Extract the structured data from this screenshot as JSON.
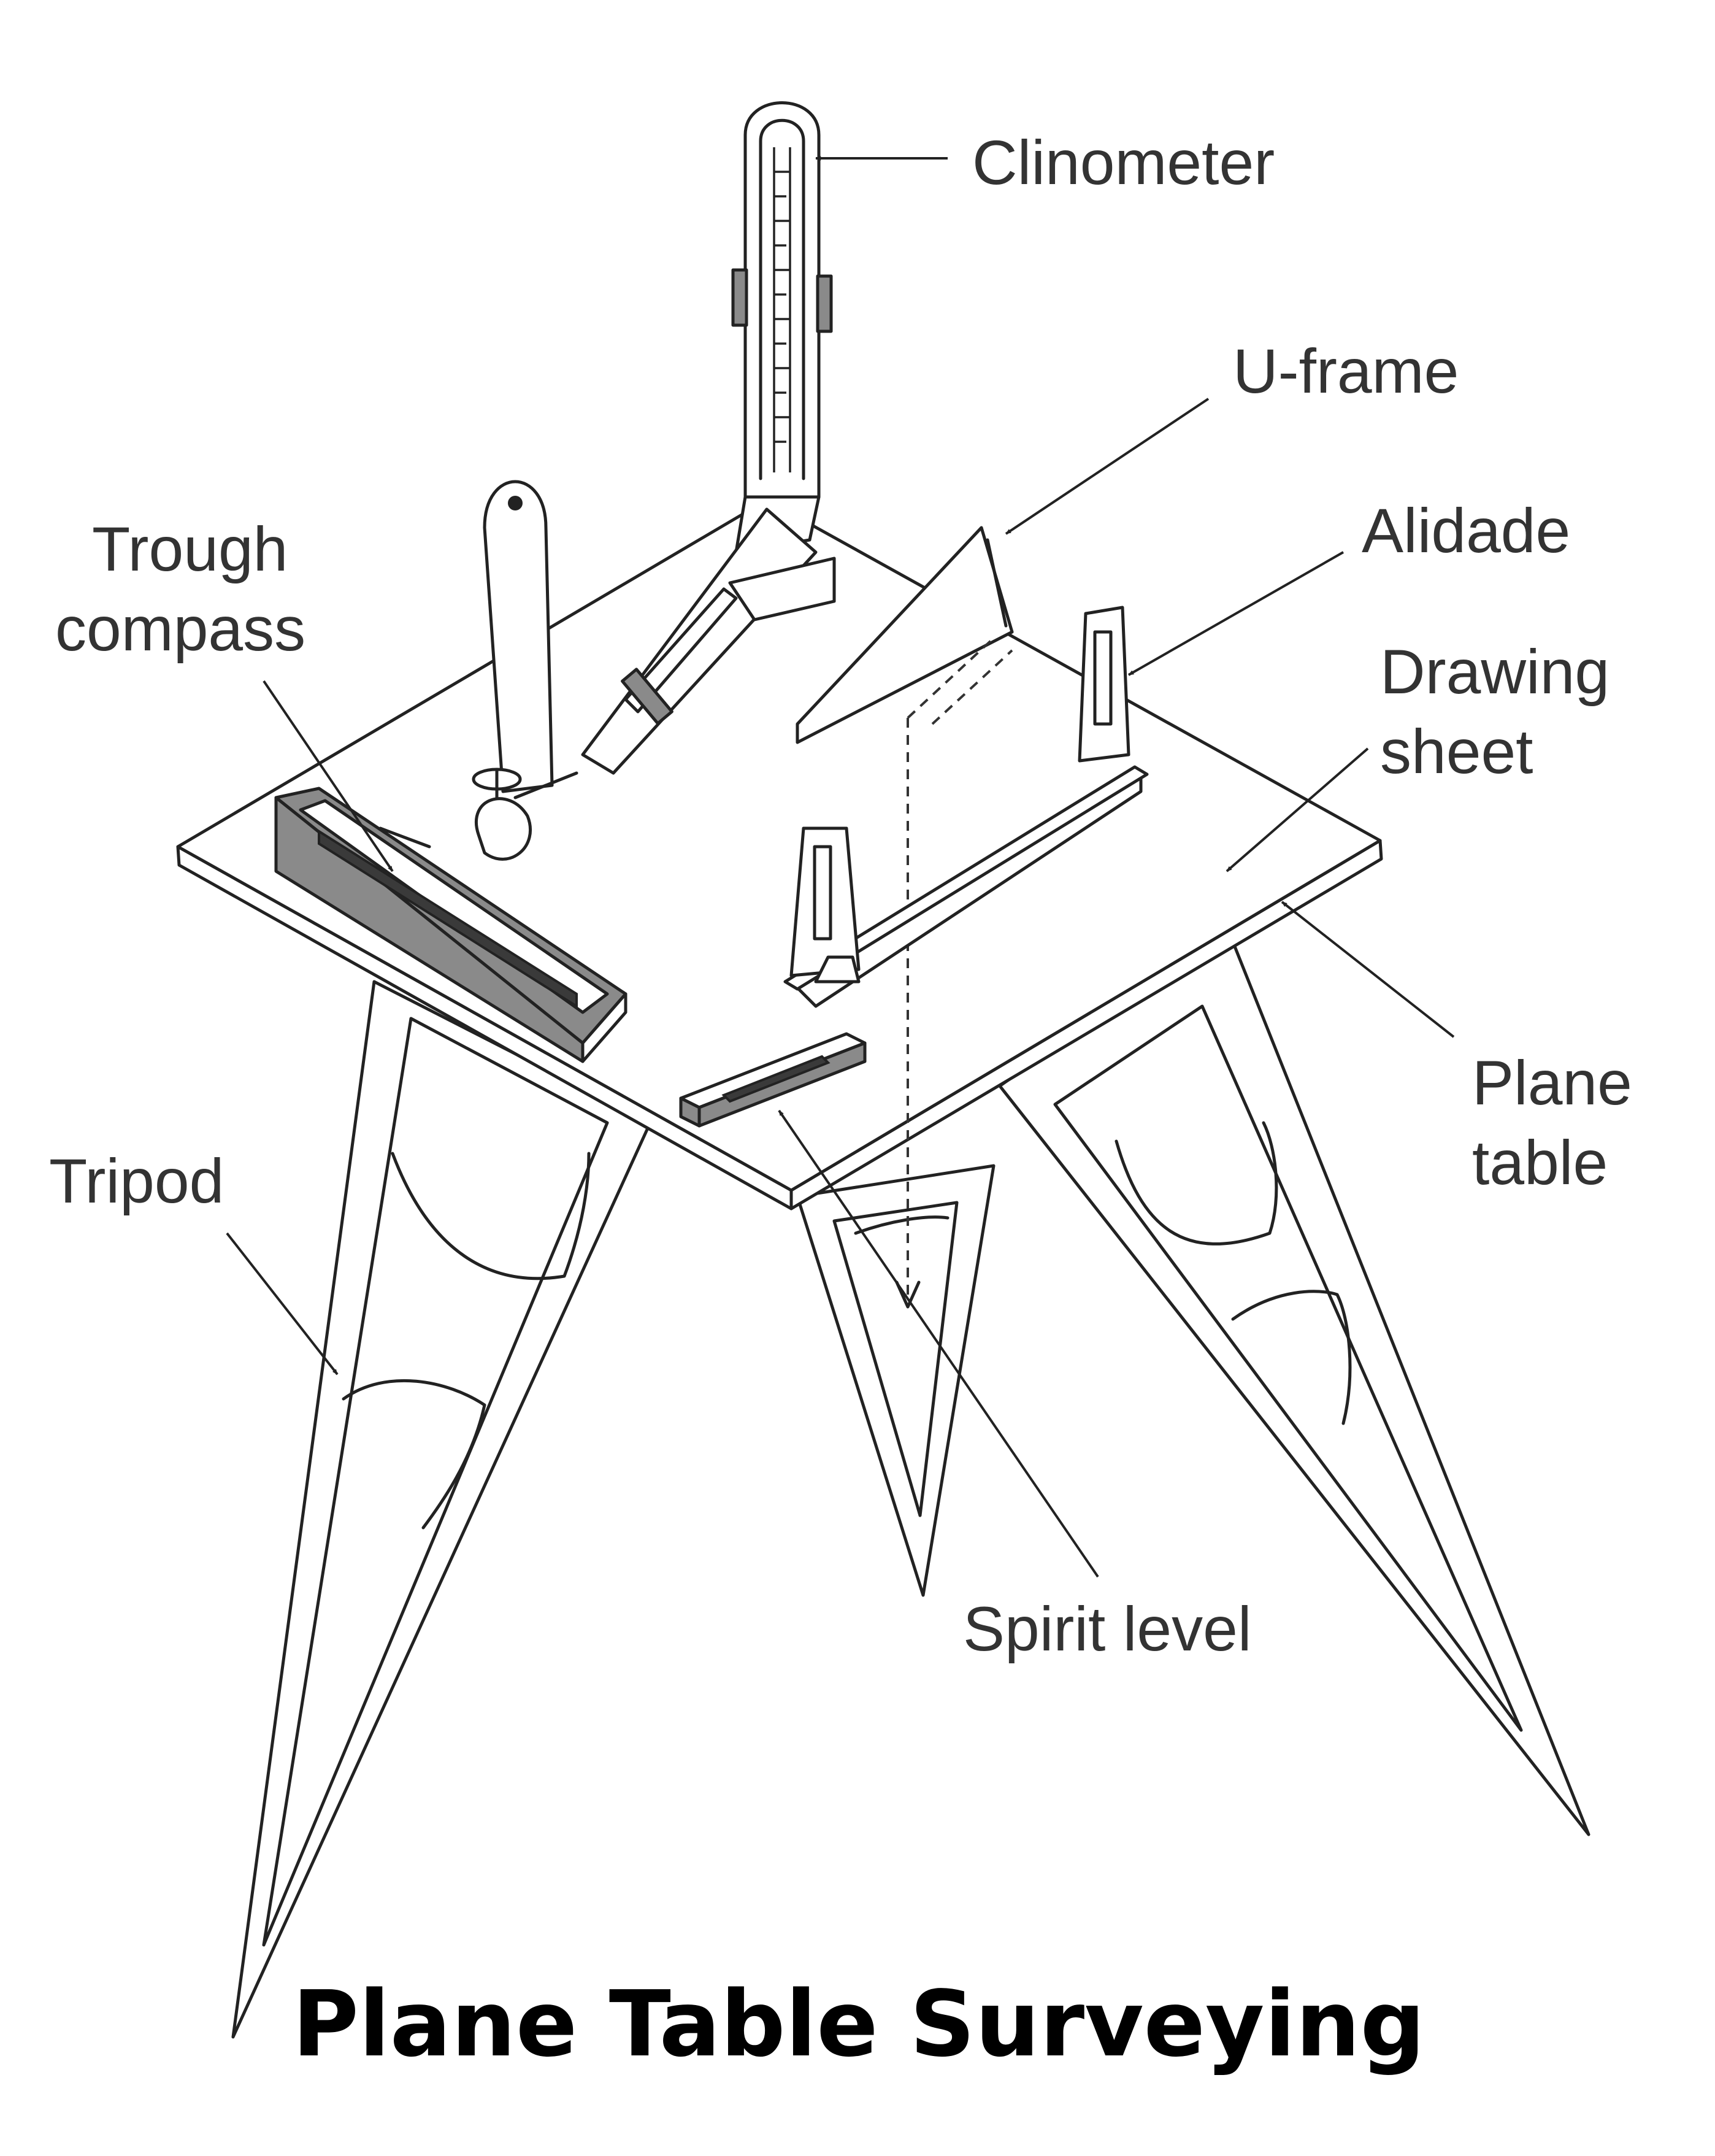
{
  "title": "Plane Table Surveying",
  "labels": {
    "clinometer": "Clinometer",
    "u_frame": "U-frame",
    "alidade": "Alidade",
    "trough_line1": "Trough",
    "trough_line2": "compass",
    "drawing_line1": "Drawing",
    "drawing_line2": "sheet",
    "plane_line1": "Plane",
    "plane_line2": "table",
    "tripod": "Tripod",
    "spirit_level": "Spirit level"
  }
}
